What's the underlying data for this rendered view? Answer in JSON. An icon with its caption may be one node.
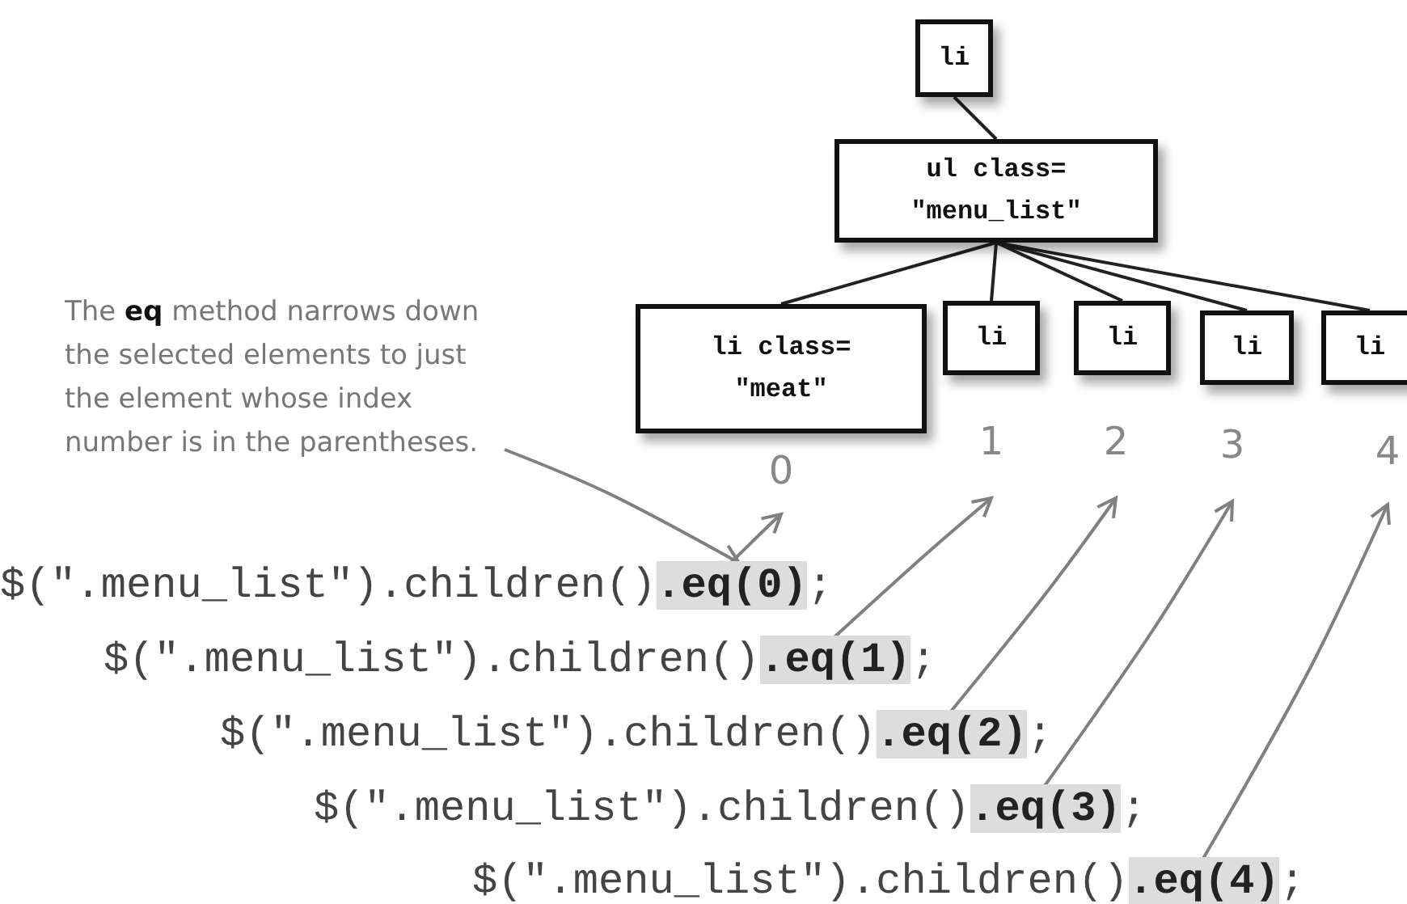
{
  "diagram": {
    "nodes": [
      {
        "text": [
          "li"
        ]
      },
      {
        "text": [
          "ul class= \"menu_list\""
        ]
      },
      {
        "text": [
          "li class= \"meat\""
        ]
      },
      {
        "text": [
          "li"
        ]
      },
      {
        "text": [
          "li"
        ]
      },
      {
        "text": [
          "li"
        ]
      },
      {
        "text": [
          "li"
        ]
      },
      {
        "text": [
          "The **eq** method narrows down the selected elements to just the element whose index number is in the parentheses."
        ]
      },
      {
        "text": [
          "0"
        ]
      },
      {
        "text": [
          "1"
        ]
      },
      {
        "text": [
          "2"
        ]
      },
      {
        "text": [
          "3"
        ]
      },
      {
        "text": [
          "4"
        ]
      },
      {
        "text": [
          "$(\".menu_list\").children()**.eq(0)**;"
        ]
      },
      {
        "text": [
          "$(\".menu_list\").children()**.eq(1)**;"
        ]
      },
      {
        "text": [
          "$(\".menu_list\").children()**.eq(2)**;"
        ]
      },
      {
        "text": [
          "$(\".menu_list\").children()**.eq(3)**;"
        ]
      },
      {
        "text": [
          "$(\".menu_list\").children()**.eq(4)**;"
        ]
      }
    ],
    "edges": [
      {
        "from": 0,
        "to": 1,
        "arrow": "none",
        "color": "#222222"
      },
      {
        "from": 1,
        "to": 2,
        "arrow": "none",
        "color": "#222222"
      },
      {
        "from": 1,
        "to": 3,
        "arrow": "none",
        "color": "#222222"
      },
      {
        "from": 1,
        "to": 4,
        "arrow": "none",
        "color": "#222222"
      },
      {
        "from": 1,
        "to": 5,
        "arrow": "none",
        "color": "#222222"
      },
      {
        "from": 1,
        "to": 6,
        "arrow": "none",
        "color": "#222222"
      },
      {
        "from": 7,
        "to": 13,
        "arrow": "to",
        "color": "#808080"
      },
      {
        "from": 13,
        "to": 8,
        "arrow": "to",
        "color": "#808080"
      },
      {
        "from": 14,
        "to": 9,
        "arrow": "to",
        "color": "#808080"
      },
      {
        "from": 15,
        "to": 10,
        "arrow": "to",
        "color": "#808080"
      },
      {
        "from": 16,
        "to": 11,
        "arrow": "to",
        "color": "#808080"
      },
      {
        "from": 17,
        "to": 12,
        "arrow": "to",
        "color": "#808080"
      }
    ]
  }
}
